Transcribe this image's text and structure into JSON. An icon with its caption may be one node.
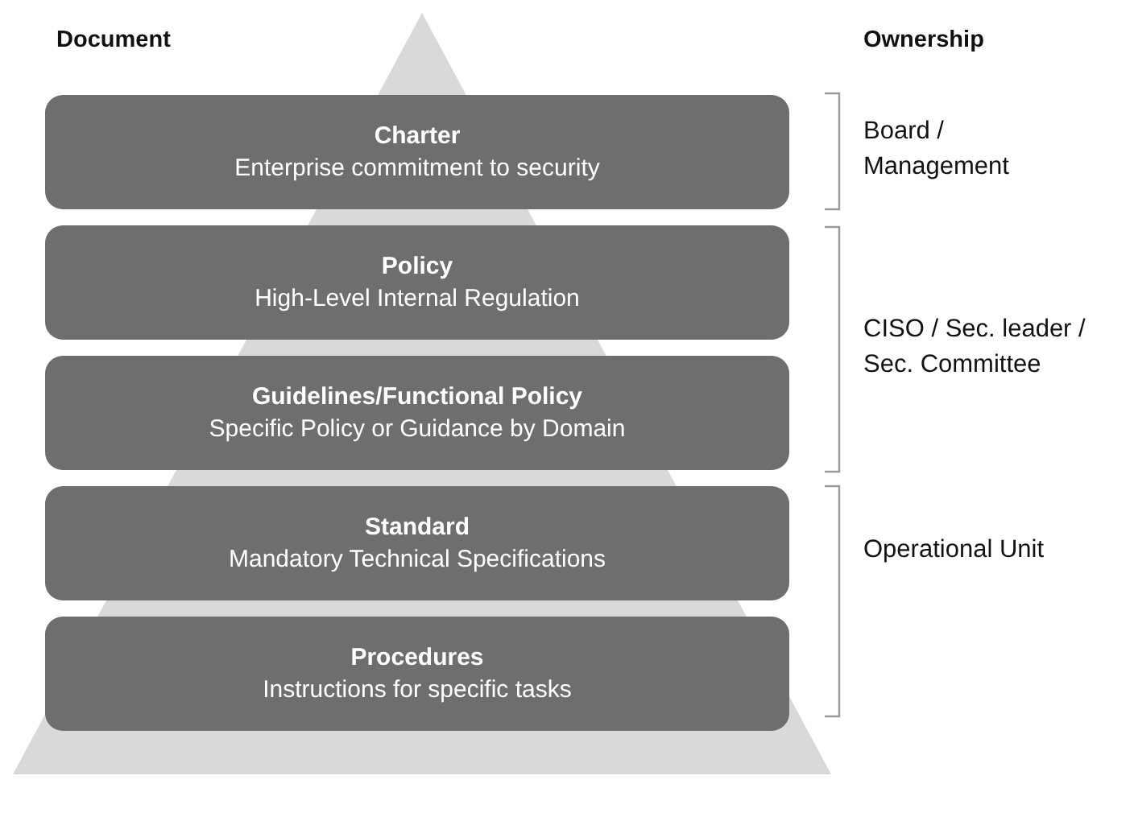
{
  "diagram": {
    "nodes": [
      {
        "text": [
          "Charter",
          "Enterprise commitment to security"
        ]
      },
      {
        "text": [
          "Policy",
          "High-Level Internal Regulation"
        ]
      },
      {
        "text": [
          "Guidelines/Functional Policy",
          "Specific Policy or Guidance by Domain"
        ]
      },
      {
        "text": [
          "Standard",
          "Mandatory Technical Specifications"
        ]
      },
      {
        "text": [
          "Procedures",
          "Instructions for specific tasks"
        ]
      }
    ],
    "edges": [],
    "labels": [
      "Document",
      "Ownership",
      "Board / Management",
      "CISO / Sec. leader / Sec. Committee",
      "Operational Unit"
    ]
  }
}
